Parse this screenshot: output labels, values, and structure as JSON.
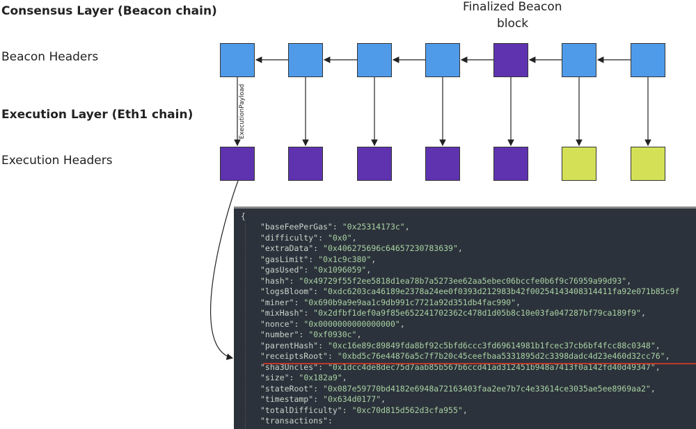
{
  "labels": {
    "consensus": "Consensus Layer (Beacon chain)",
    "beacon_headers": "Beacon Headers",
    "execution": "Execution Layer (Eth1 chain)",
    "execution_headers": "Execution Headers",
    "finalized": "Finalized Beacon",
    "finalized2": "block",
    "payload": "ExecutionPayload"
  },
  "colors": {
    "beacon": "#4f9bea",
    "finalized": "#5f33b0",
    "execution_finalized": "#5f33b0",
    "execution_unfinalized": "#d4e157",
    "highlight": "#c0392b"
  },
  "beacon_blocks": [
    "beacon",
    "beacon",
    "beacon",
    "beacon",
    "finalized",
    "beacon",
    "beacon"
  ],
  "execution_blocks": [
    "execution_finalized",
    "execution_finalized",
    "execution_finalized",
    "execution_finalized",
    "execution_finalized",
    "execution_unfinalized",
    "execution_unfinalized"
  ],
  "code": {
    "open": "{",
    "fields": [
      {
        "k": "\"baseFeePerGas\"",
        "v": "\"0x25314173c\""
      },
      {
        "k": "\"difficulty\"",
        "v": "\"0x0\""
      },
      {
        "k": "\"extraData\"",
        "v": "\"0x406275696c64657230783639\""
      },
      {
        "k": "\"gasLimit\"",
        "v": "\"0x1c9c380\""
      },
      {
        "k": "\"gasUsed\"",
        "v": "\"0x1096059\""
      },
      {
        "k": "\"hash\"",
        "v": "\"0x49729f55f2ee5818d1ea78b7a5273ee62aa5ebec06bccfe0b6f9c76959a99d93\""
      },
      {
        "k": "\"logsBloom\"",
        "v": "\"0xdc6203ca46189e2378a24ee0f0393d212983b42f00254143408314411fa92e071b85c9f"
      },
      {
        "k": "\"miner\"",
        "v": "\"0x690b9a9e9aa1c9db991c7721a92d351db4fac990\""
      },
      {
        "k": "\"mixHash\"",
        "v": "\"0x2dfbf1def0a9f85e652241702362c478d1d05b8c10e03fa047287bf79ca189f9\""
      },
      {
        "k": "\"nonce\"",
        "v": "\"0x0000000000000000\""
      },
      {
        "k": "\"number\"",
        "v": "\"0xf0930c\""
      },
      {
        "k": "\"parentHash\"",
        "v": "\"0xc16e89c89849fda8bf92c5bfd6ccc3fd69614981b1fcec37cb6bf4fcc88c0348\""
      },
      {
        "k": "\"receiptsRoot\"",
        "v": "\"0xbd5c76e44876a5c7f7b20c45ceefbaa5331895d2c3398dadc4d23e460d32cc76\""
      },
      {
        "k": "\"sha3Uncles\"",
        "v": "\"0x1dcc4de8dec75d7aab85b567b6ccd41ad312451b948a7413f0a142fd40d49347\""
      },
      {
        "k": "\"size\"",
        "v": "\"0x182a9\""
      },
      {
        "k": "\"stateRoot\"",
        "v": "\"0x087e59770bd4182e6948a72163403faa2ee7b7c4e33614ce3035ae5ee8969aa2\""
      },
      {
        "k": "\"timestamp\"",
        "v": "\"0x634d0177\""
      },
      {
        "k": "\"totalDifficulty\"",
        "v": "\"0xc70d815d562d3cfa955\""
      },
      {
        "k": "\"transactions\"",
        "v": ""
      }
    ]
  }
}
